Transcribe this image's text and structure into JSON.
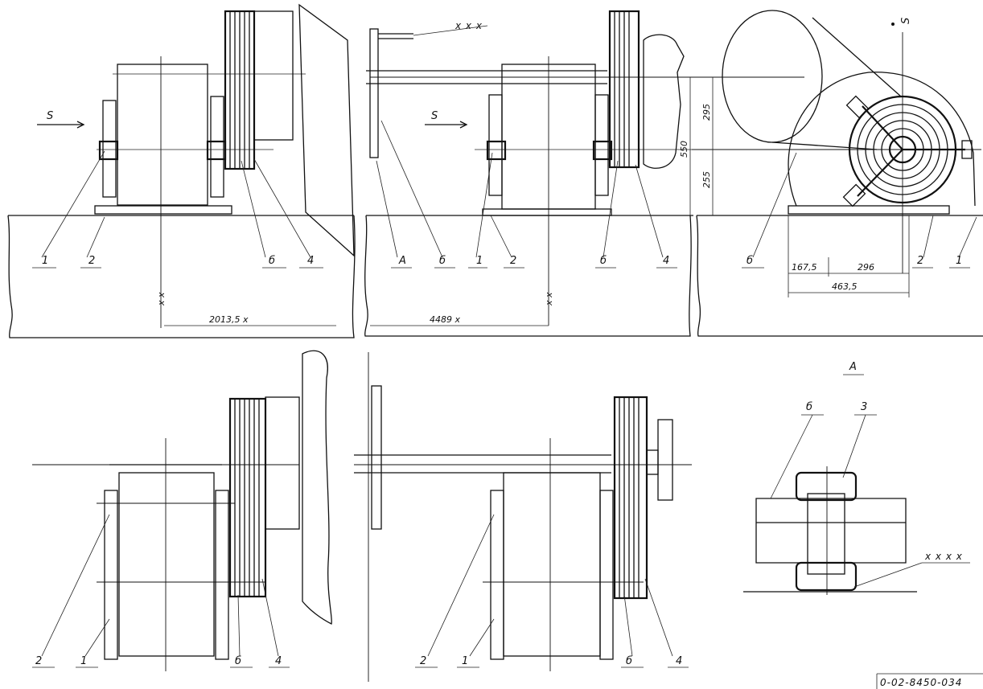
{
  "drawing_code": "0-02-8450-034",
  "view_a_title": "А",
  "markers": {
    "s": "S",
    "a": "А",
    "xxx": "x x x",
    "xxxx": "x x x x",
    "xx": "x x"
  },
  "dimensions": {
    "d2013": "2013,5  x",
    "d4489": "4489  x",
    "d550": "550",
    "d295": "295",
    "d255": "255",
    "d167": "167,5",
    "d296": "296",
    "d463": "463,5"
  },
  "callouts": {
    "n1": "1",
    "n2": "2",
    "n3": "3",
    "n4": "4",
    "n6": "б"
  }
}
